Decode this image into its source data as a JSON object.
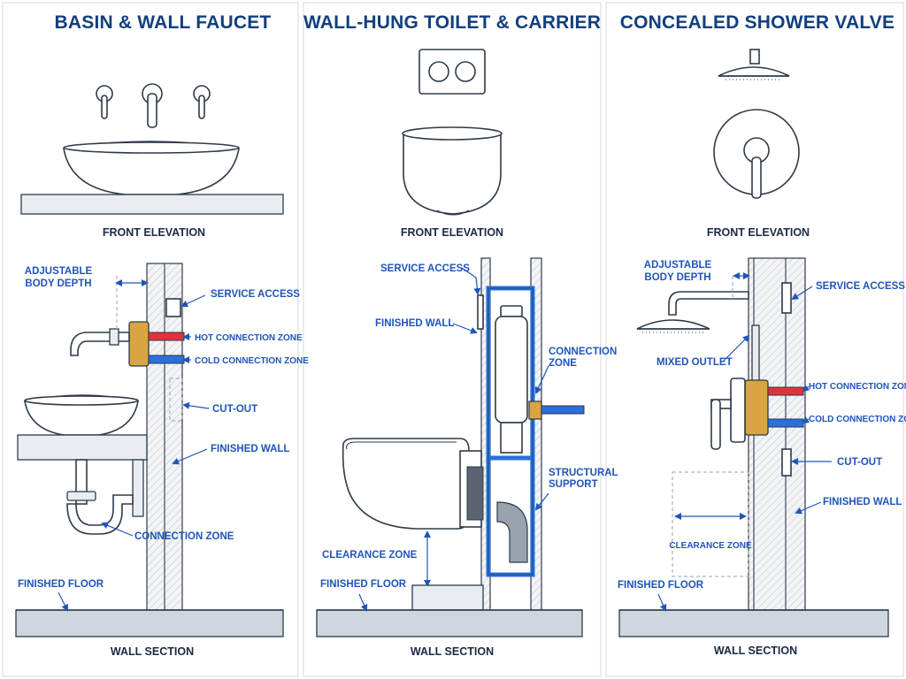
{
  "panels": [
    {
      "title": "BASIN & WALL FAUCET",
      "elevation_caption": "FRONT ELEVATION",
      "section_caption": "WALL SECTION",
      "labels": {
        "adjustable_body_depth": [
          "ADJUSTABLE",
          "BODY DEPTH"
        ],
        "service_access": "SERVICE ACCESS",
        "hot_connection_zone": "HOT CONNECTION ZONE",
        "cold_connection_zone": "COLD CONNECTION ZONE",
        "cut_out": "CUT-OUT",
        "finished_wall": "FINISHED WALL",
        "connection_zone": "CONNECTION ZONE",
        "finished_floor": "FINISHED FLOOR"
      }
    },
    {
      "title": "WALL-HUNG TOILET & CARRIER",
      "elevation_caption": "FRONT ELEVATION",
      "section_caption": "WALL SECTION",
      "labels": {
        "service_access": "SERVICE ACCESS",
        "finished_wall": "FINISHED WALL",
        "connection_zone": [
          "CONNECTION",
          "ZONE"
        ],
        "structural_support": [
          "STRUCTURAL",
          "SUPPORT"
        ],
        "clearance_zone": "CLEARANCE ZONE",
        "finished_floor": "FINISHED FLOOR"
      }
    },
    {
      "title": "CONCEALED SHOWER VALVE",
      "elevation_caption": "FRONT ELEVATION",
      "section_caption": "WALL SECTION",
      "labels": {
        "adjustable_body_depth": [
          "ADJUSTABLE",
          "BODY DEPTH"
        ],
        "service_access": "SERVICE ACCESS",
        "mixed_outlet": "MIXED OUTLET",
        "hot_connection_zone": "HOT CONNECTION ZONE",
        "cold_connection_zone": "COLD CONNECTION ZONE",
        "cut_out": "CUT-OUT",
        "finished_wall": "FINISHED WALL",
        "clearance_zone": "CLEARANCE ZONE",
        "finished_floor": "FINISHED FLOOR"
      }
    }
  ],
  "colors": {
    "title": "#123f7f",
    "label": "#1f55b8",
    "hot_pipe": "#e0323a",
    "cold_pipe": "#2a6fdc",
    "carrier_frame": "#2a6fdc",
    "brass": "#d9a441",
    "line": "#2e3a4a"
  }
}
